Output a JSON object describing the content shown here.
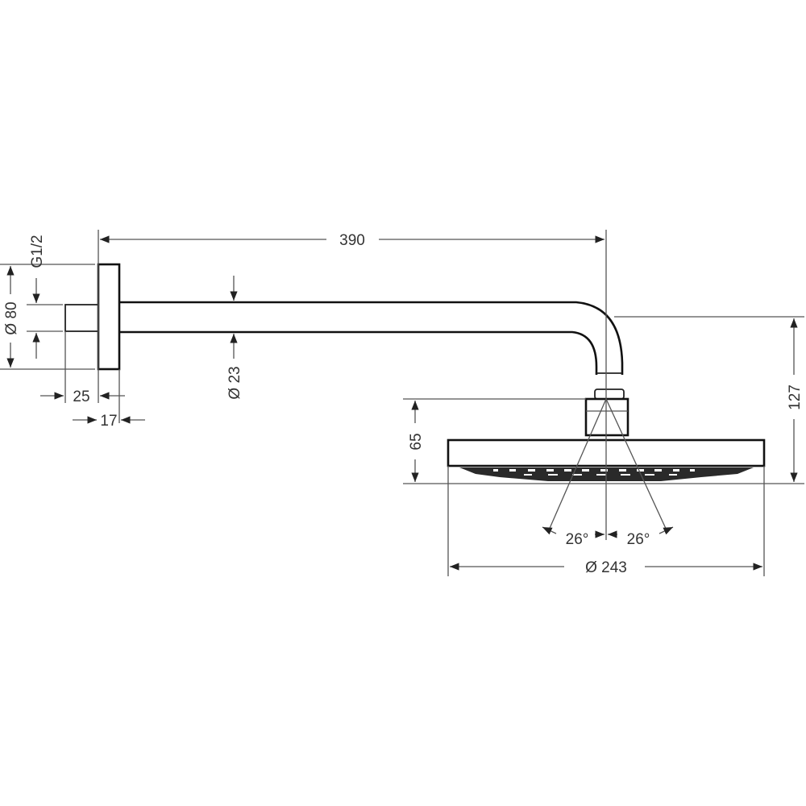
{
  "drawing": {
    "title": "Overhead shower with shower arm - dimensional drawing",
    "units": "mm",
    "background": "#ffffff",
    "line_color": "#111111",
    "dimensions": {
      "arm_length": "390",
      "wall_flange_diameter": "Ø 80",
      "thread": "G1/2",
      "arm_diameter": "Ø 23",
      "flange_depth_total": "25",
      "flange_thickness": "17",
      "head_height": "65",
      "total_drop": "127",
      "head_diameter": "Ø 243",
      "angle_left": "26°",
      "angle_right": "26°"
    }
  }
}
